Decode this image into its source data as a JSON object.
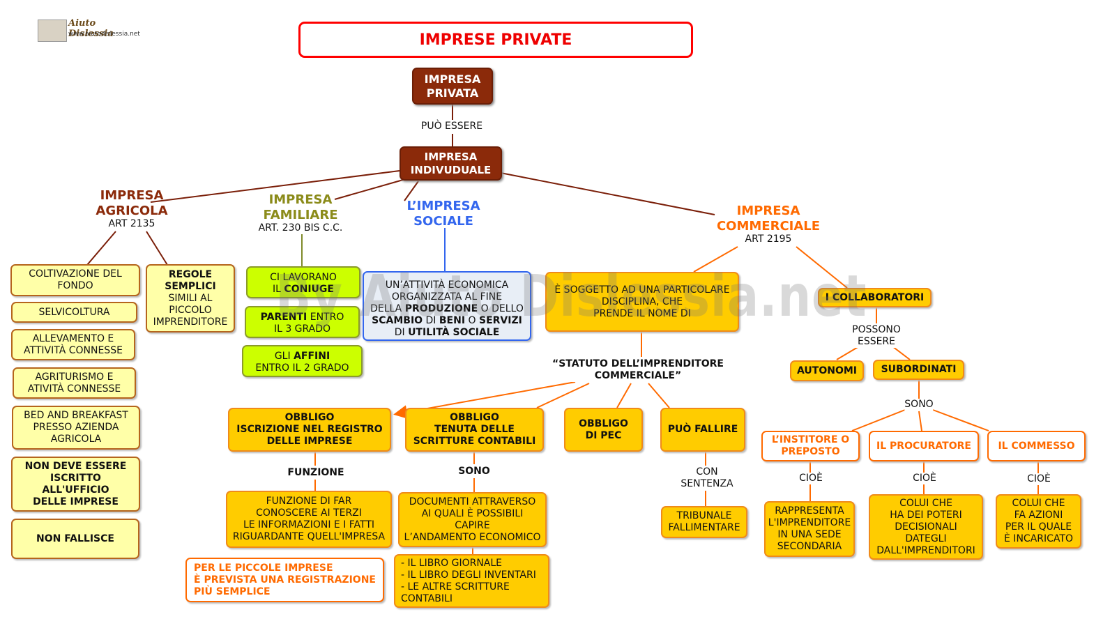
{
  "logo": {
    "name": "Aiuto Dislessia",
    "url": "www.aiutodislessia.net"
  },
  "title": "IMPRESE PRIVATE",
  "watermark": "By Aiuto Dislessia.net",
  "root": "IMPRESA\nPRIVATA",
  "edge_labels": {
    "puo_essere": "PUÒ ESSERE",
    "possono_essere": "POSSONO\nESSERE",
    "sono_collab": "SONO",
    "funzione": "FUNZIONE",
    "sono_scritture": "SONO",
    "con_sentenza": "CON\nSENTENZA",
    "cioe_1": "CIOÈ",
    "cioe_2": "CIOÈ",
    "cioe_3": "CIOÈ"
  },
  "individuale": "IMPRESA\nINDIVUDUALE",
  "agricola": {
    "title": "IMPRESA\nAGRICOLA",
    "art": "ART 2135",
    "items": [
      "COLTIVAZIONE DEL\nFONDO",
      "SELVICOLTURA",
      "ALLEVAMENTO E\nATTIVITÀ CONNESSE",
      "AGRITURISMO E\nATIVITÀ CONNESSE",
      "BED AND BREAKFAST\nPRESSO AZIENDA\nAGRICOLA",
      "NON DEVE ESSERE\nISCRITTO\nALL'UFFICIO\nDELLE IMPRESE",
      "NON FALLISCE"
    ],
    "rules": {
      "bold": "REGOLE\nSEMPLICI",
      "text": "SIMILI  AL\nPICCOLO\nIMPRENDITORE"
    }
  },
  "familiare": {
    "title": "IMPRESA\nFAMILIARE",
    "art": "ART. 230 BIS C.C.",
    "items": [
      {
        "a": "CI LAVORANO\nIL ",
        "b": "CONIUGE",
        "c": ""
      },
      {
        "a": "",
        "b": "PARENTI",
        "c": " ENTRO\nIL 3 GRADO"
      },
      {
        "a": "GLI ",
        "b": "AFFINI",
        "c": "\nENTRO IL 2 GRADO"
      }
    ]
  },
  "sociale": {
    "title": "L’IMPRESA\nSOCIALE",
    "desc": {
      "p1": "UN’ATTIVITÀ ECONOMICA\nORGANIZZATA AL FINE\nDELLA ",
      "b1": "PRODUZIONE",
      "p2": " O DELLO\n",
      "b2": "SCAMBIO",
      "p3": " DI ",
      "b3": "BENI",
      "p4": " O ",
      "b4": "SERVIZI",
      "p5": "\nDI ",
      "b5": "UTILITÀ SOCIALE"
    }
  },
  "commerciale": {
    "title": "IMPRESA\nCOMMERCIALE",
    "art": "ART 2195",
    "disciplina": "È SOGGETTO AD UNA PARTICOLARE\nDISCIPLINA, CHE\nPRENDE IL NOME DI",
    "statuto": "“STATUTO DELL’IMPRENDITORE\nCOMMERCIALE”",
    "obbligo_registro": "OBBLIGO\nISCRIZIONE NEL REGISTRO\nDELLE IMPRESE",
    "obbligo_scritture": "OBBLIGO\nTENUTA DELLE\nSCRITTURE CONTABILI",
    "obbligo_pec": "OBBLIGO\nDI PEC",
    "puo_fallire": "PUÒ FALLIRE",
    "funzione_desc": "FUNZIONE DI FAR\nCONOSCERE AI TERZI\nLE INFORMAZIONI E I FATTI\nRIGUARDANTE QUELL'IMPRESA",
    "piccole_imprese": "PER LE PICCOLE IMPRESE\nÈ PREVISTA UNA REGISTRAZIONE\nPIÙ SEMPLICE",
    "documenti": "DOCUMENTI ATTRAVERSO\nAI QUALI È POSSIBILI\nCAPIRE\nL’ANDAMENTO ECONOMICO",
    "libri": "- IL LIBRO GIORNALE\n- IL LIBRO DEGLI INVENTARI\n- LE ALTRE SCRITTURE\n   CONTABILI",
    "tribunale": "TRIBUNALE\nFALLIMENTARE",
    "collaboratori": "I COLLABORATORI",
    "autonomi": "AUTONOMI",
    "subordinati": "SUBORDINATI",
    "institore": "L’INSTITORE O\nPREPOSTO",
    "procuratore": "IL PROCURATORE",
    "commesso": "IL COMMESSO",
    "institore_desc": "RAPPRESENTA\nL'IMPRENDITORE\nIN UNA SEDE\nSECONDARIA",
    "procuratore_desc": "COLUI CHE\nHA DEI POTERI\nDECISIONALI\nDATEGLI\nDALL'IMPRENDITORI",
    "commesso_desc": "COLUI CHE\nFA AZIONI\nPER IL QUALE\nÈ INCARICATO"
  },
  "colors": {
    "brown": "#8b2a0a",
    "olive": "#8b8b1a",
    "blue": "#3366ee",
    "orange": "#ff6a00",
    "title_red": "#ee0000"
  }
}
